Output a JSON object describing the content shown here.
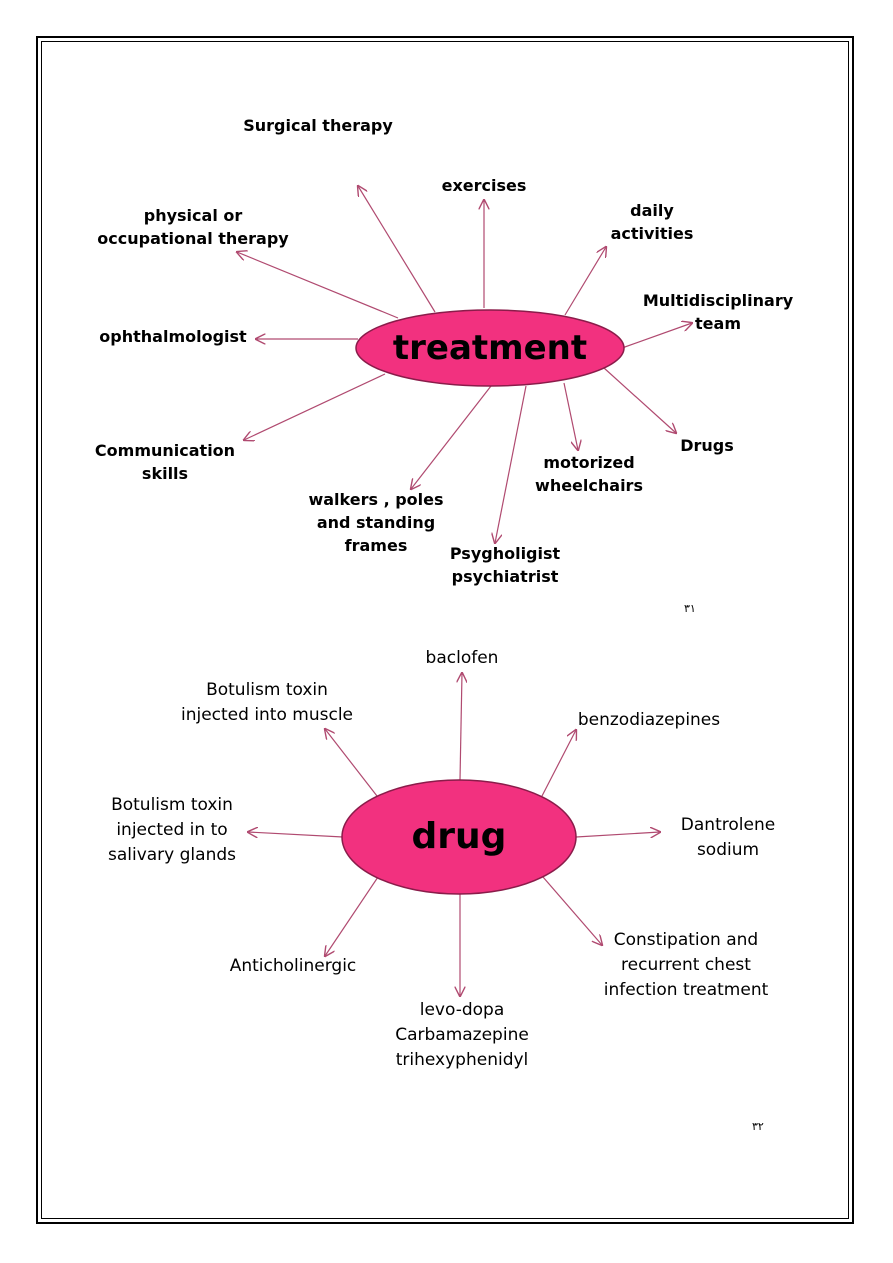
{
  "diagram1": {
    "center": "treatment",
    "labels": {
      "surgical": "Surgical therapy",
      "exercises": "exercises",
      "daily": "daily\nactivities",
      "physical": "physical or\noccupational therapy",
      "multi": "Multidisciplinary\nteam",
      "ophthal": "ophthalmologist",
      "drugs": "Drugs",
      "comm": "Communication\nskills",
      "motorized": "motorized\nwheelchairs",
      "walkers": "walkers , poles\nand standing\nframes",
      "psych": "Psygholigist\npsychiatrist"
    },
    "page_number": "٣١"
  },
  "diagram2": {
    "center": "drug",
    "labels": {
      "baclofen": "baclofen",
      "botMuscle": "Botulism toxin\ninjected into muscle",
      "benzo": "benzodiazepines",
      "botSalivary": "Botulism toxin\ninjected in to\nsalivary glands",
      "dantrolene": "Dantrolene\nsodium",
      "constipation": "Constipation and\nrecurrent chest\ninfection treatment",
      "anticholinergic": "Anticholinergic",
      "levodopa": "levo-dopa\nCarbamazepine\ntrihexyphenidyl"
    },
    "page_number": "٣٢"
  },
  "colors": {
    "ellipse_fill": "#f2317f",
    "ellipse_stroke": "#8a1c4a",
    "arrow": "#b04a70"
  }
}
